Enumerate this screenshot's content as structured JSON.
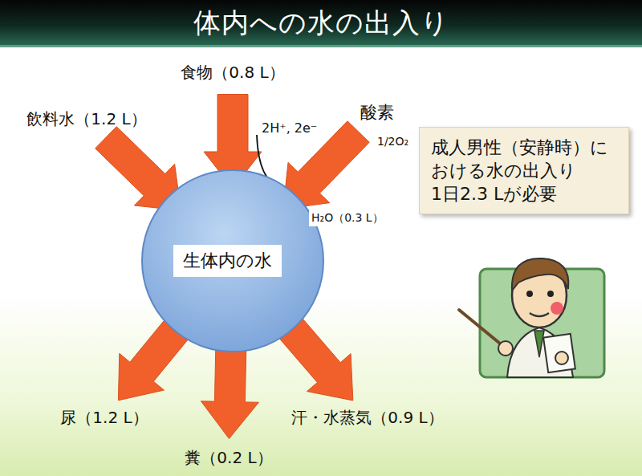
{
  "diagram": {
    "title": "体内への水の出入り",
    "nodes": [
      {
        "text": [
          "食物（0.8 L）"
        ]
      },
      {
        "text": [
          "飲料水（1.2 L）"
        ]
      },
      {
        "text": [
          "酸素"
        ]
      },
      {
        "text": [
          "成人男性（安静時）に おける水の出入り 1日2.3 Lが必要"
        ]
      },
      {
        "text": [
          "生体内の水"
        ]
      },
      {
        "text": [
          "尿（1.2 L）"
        ]
      },
      {
        "text": [
          "汗・水蒸気（0.9 L）"
        ]
      },
      {
        "text": [
          "糞（0.2 L）"
        ]
      }
    ],
    "edges": [
      {
        "from": 1,
        "to": 4,
        "arrow": "to"
      },
      {
        "from": 0,
        "to": 4,
        "arrow": "to"
      },
      {
        "from": 2,
        "to": 4,
        "arrow": "to"
      },
      {
        "from": 4,
        "to": 5,
        "arrow": "to"
      },
      {
        "from": 4,
        "to": 7,
        "arrow": "to"
      },
      {
        "from": 4,
        "to": 6,
        "arrow": "to"
      }
    ],
    "labels": [
      "1/2O₂",
      "2H⁺, 2e⁻",
      "H₂O（0.3 L）"
    ]
  }
}
